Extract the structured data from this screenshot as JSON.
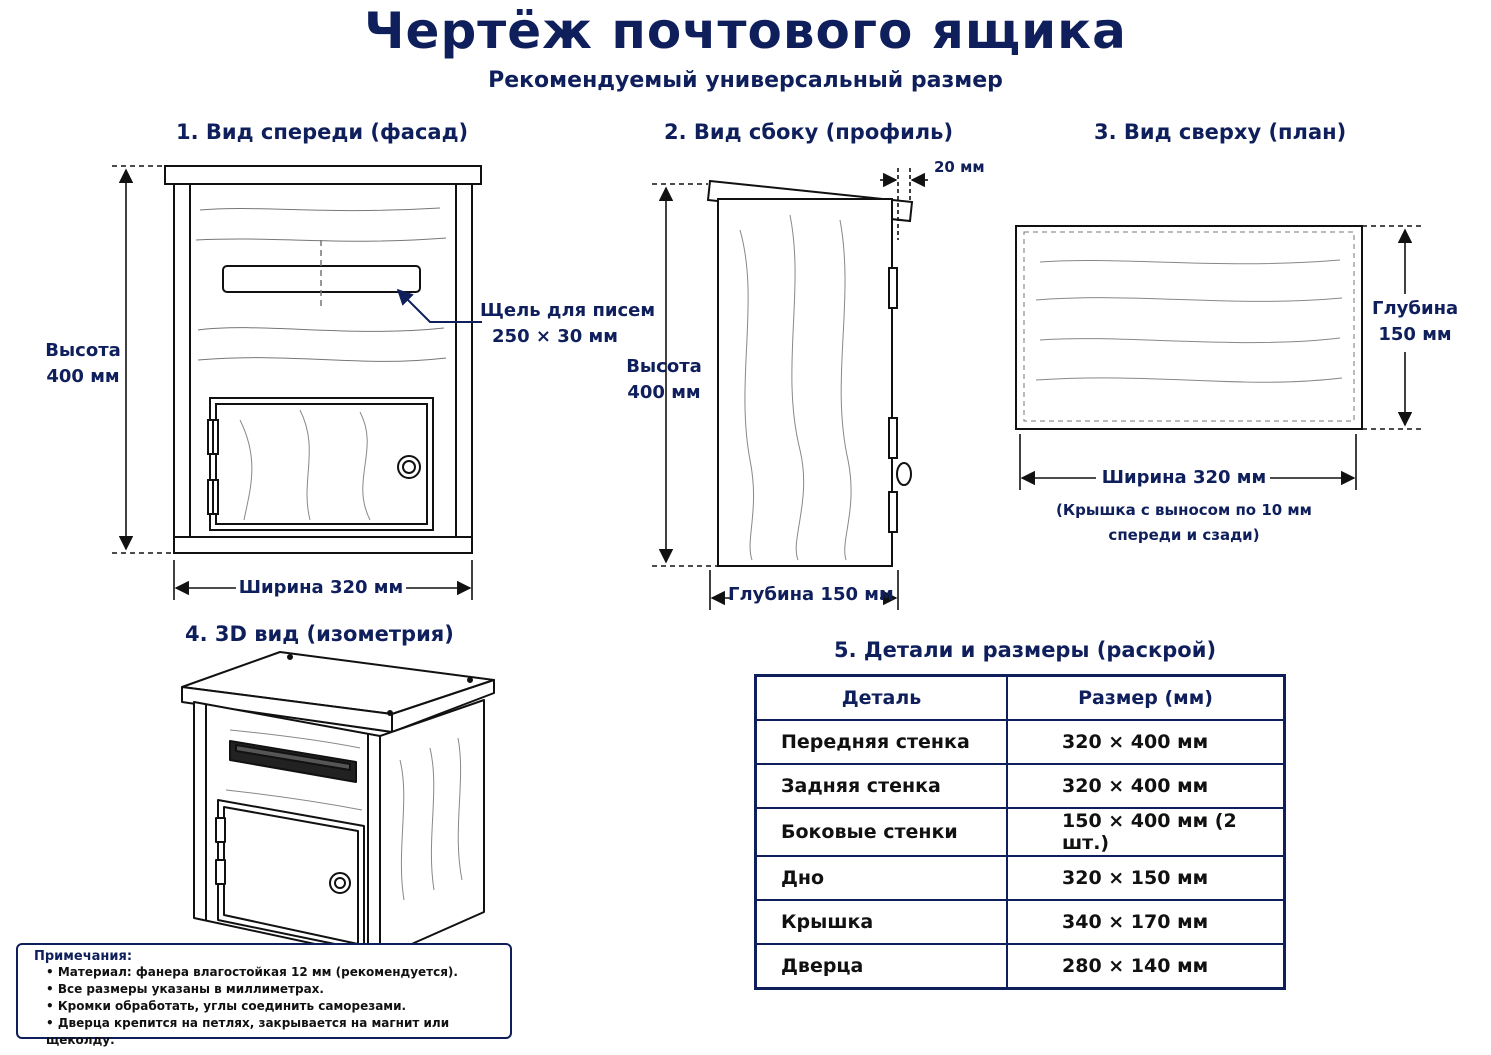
{
  "header": {
    "title": "Чертёж почтового ящика",
    "subtitle": "Рекомендуемый универсальный размер"
  },
  "views": {
    "front": {
      "title": "1. Вид спереди (фасад)",
      "height_label_1": "Высота",
      "height_label_2": "400 мм",
      "width_label": "Ширина 320 мм",
      "slot_label_1": "Щель для писем",
      "slot_label_2": "250 × 30 мм"
    },
    "side": {
      "title": "2. Вид сбоку (профиль)",
      "height_label_1": "Высота",
      "height_label_2": "400 мм",
      "depth_label": "Глубина 150 мм",
      "overhang_label": "20 мм"
    },
    "top": {
      "title": "3. Вид сверху (план)",
      "depth_label_1": "Глубина",
      "depth_label_2": "150 мм",
      "width_label": "Ширина 320 мм",
      "note_1": "(Крышка с выносом по 10 мм",
      "note_2": "спереди и сзади)"
    },
    "iso": {
      "title": "4. 3D вид (изометрия)"
    }
  },
  "parts_table": {
    "title": "5. Детали и размеры (раскрой)",
    "headers": [
      "Деталь",
      "Размер (мм)"
    ],
    "rows": [
      {
        "part": "Передняя стенка",
        "size": "320 × 400 мм"
      },
      {
        "part": "Задняя стенка",
        "size": "320 × 400 мм"
      },
      {
        "part": "Боковые стенки",
        "size": "150 × 400 мм (2 шт.)"
      },
      {
        "part": "Дно",
        "size": "320 × 150 мм"
      },
      {
        "part": "Крышка",
        "size": "340 × 170 мм"
      },
      {
        "part": "Дверца",
        "size": "280 × 140 мм"
      }
    ]
  },
  "notes": {
    "title": "Примечания:",
    "items": [
      "Материал: фанера влагостойкая 12 мм (рекомендуется).",
      "Все размеры указаны в миллиметрах.",
      "Кромки обработать, углы соединить саморезами.",
      "Дверца крепится на петлях, закрывается на магнит или щеколду."
    ]
  },
  "colors": {
    "ink": "#0f1f5c",
    "line": "#111111",
    "paper": "#ffffff"
  }
}
